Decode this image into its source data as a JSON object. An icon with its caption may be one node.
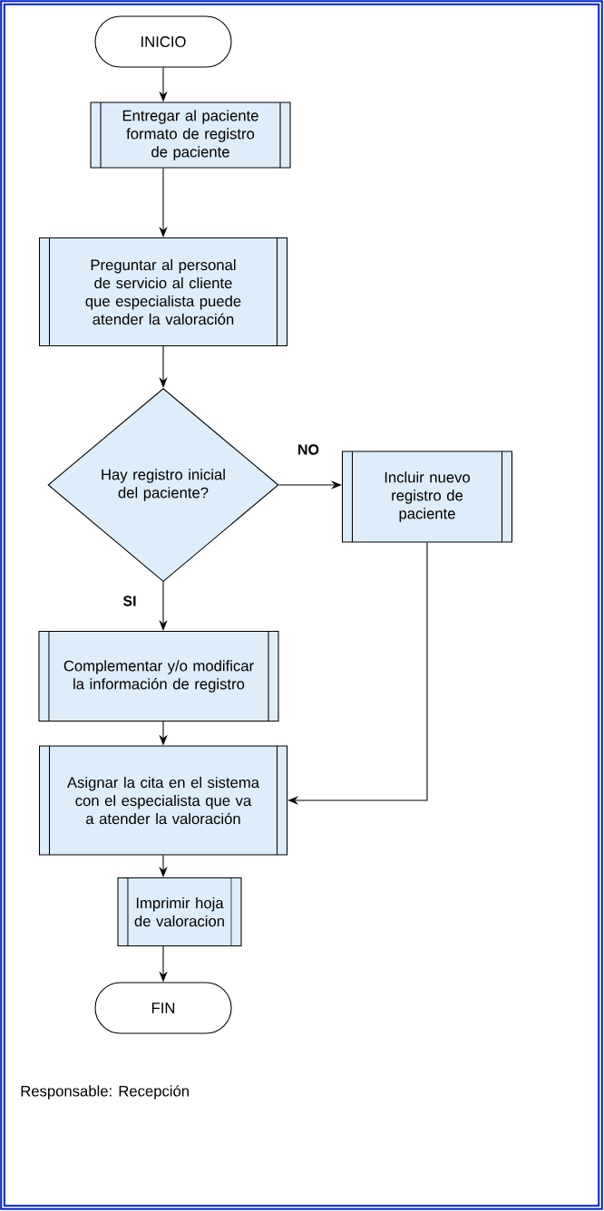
{
  "diagram": {
    "nodes": [
      {
        "text": [
          "INICIO"
        ]
      },
      {
        "text": [
          "Entregar al paciente formato de registro de paciente"
        ]
      },
      {
        "text": [
          "Preguntar al personal de servicio al cliente que especialista puede atender la valoración"
        ]
      },
      {
        "text": [
          "Hay registro inicial del paciente?"
        ]
      },
      {
        "text": [
          "Incluir nuevo registro de paciente"
        ]
      },
      {
        "text": [
          "Complementar y/o modificar  la información de registro"
        ]
      },
      {
        "text": [
          "Asignar la cita en el sistema con el especialista que va a atender la valoración"
        ]
      },
      {
        "text": [
          "Imprimir hoja de valoracion"
        ]
      },
      {
        "text": [
          "FIN"
        ]
      }
    ],
    "edges": [
      {
        "from": 0,
        "to": 1,
        "arrow": "to"
      },
      {
        "from": 1,
        "to": 2,
        "arrow": "to"
      },
      {
        "from": 2,
        "to": 3,
        "arrow": "to"
      },
      {
        "from": 3,
        "to": 4,
        "arrow": "to",
        "label": "NO"
      },
      {
        "from": 3,
        "to": 5,
        "arrow": "to",
        "label": "SI"
      },
      {
        "from": 5,
        "to": 6,
        "arrow": "to"
      },
      {
        "from": 4,
        "to": 6,
        "arrow": "to"
      },
      {
        "from": 6,
        "to": 7,
        "arrow": "to"
      },
      {
        "from": 7,
        "to": 8,
        "arrow": "to"
      }
    ],
    "labels": [
      "Responsable: Recepción"
    ]
  }
}
